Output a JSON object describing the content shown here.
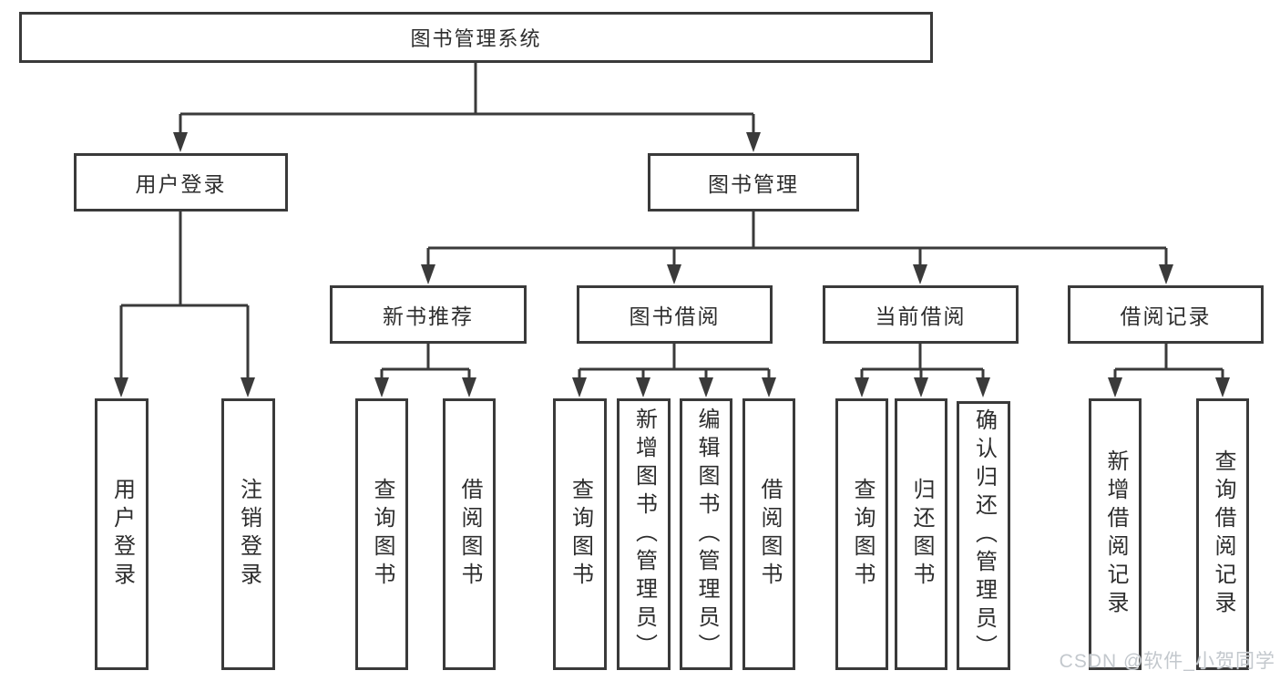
{
  "tree": {
    "label": "图书管理系统",
    "children": [
      {
        "label": "用户登录",
        "children": [
          {
            "label": "用户登录"
          },
          {
            "label": "注销登录"
          }
        ]
      },
      {
        "label": "图书管理",
        "children": [
          {
            "label": "新书推荐",
            "children": [
              {
                "label": "查询图书"
              },
              {
                "label": "借阅图书"
              }
            ]
          },
          {
            "label": "图书借阅",
            "children": [
              {
                "label": "查询图书"
              },
              {
                "label": "新增图书（管理员）"
              },
              {
                "label": "编辑图书（管理员）"
              },
              {
                "label": "借阅图书"
              }
            ]
          },
          {
            "label": "当前借阅",
            "children": [
              {
                "label": "查询图书"
              },
              {
                "label": "归还图书"
              },
              {
                "label": "确认归还（管理员）"
              }
            ]
          },
          {
            "label": "借阅记录",
            "children": [
              {
                "label": "新增借阅记录"
              },
              {
                "label": "查询借阅记录"
              }
            ]
          }
        ]
      }
    ]
  },
  "watermark": "CSDN @软件_小贺同学",
  "colors": {
    "line": "#3a3a3a",
    "box_border": "#3a3a3a",
    "box_fill": "#ffffff",
    "text": "#2d2d2d",
    "watermark": "#c3c8cd",
    "background": "#ffffff"
  }
}
